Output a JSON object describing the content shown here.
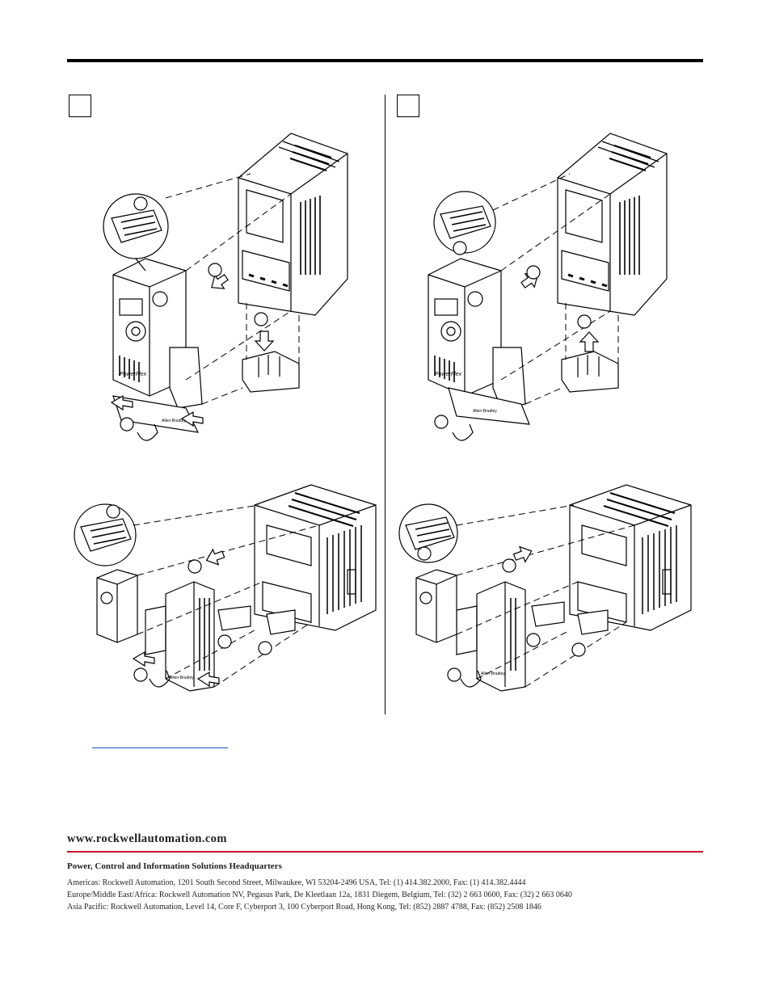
{
  "footer": {
    "website": "www.rockwellautomation.com",
    "headquarters_title": "Power, Control and Information Solutions Headquarters",
    "addresses": [
      "Americas: Rockwell Automation, 1201 South Second Street, Milwaukee, WI 53204-2496 USA, Tel: (1) 414.382.2000, Fax: (1) 414.382.4444",
      "Europe/Middle East/Africa: Rockwell Automation NV, Pegasus Park, De Kleetlaan 12a, 1831 Diegem, Belgium, Tel: (32) 2 663 0600, Fax: (32) 2 663 0640",
      "Asia Pacific: Rockwell Automation, Level 14, Core F, Cyberport 3, 100 Cyberport Road, Hong Kong, Tel: (852) 2887 4788, Fax: (852) 2508 1846"
    ]
  },
  "illustration": {
    "product_label": "PowerFlex",
    "brand_label": "Allen-Bradley"
  },
  "icons": [
    "arrow-icon",
    "rotate-arrow-icon",
    "callout-circle"
  ]
}
